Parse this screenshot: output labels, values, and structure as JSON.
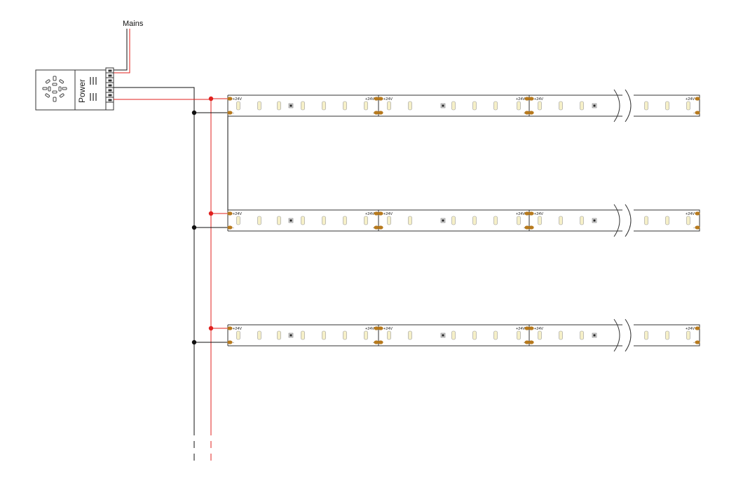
{
  "mains_label": "Mains",
  "power_label": "Power",
  "strip_voltage_label": "+24V",
  "strip_minus_label": "-",
  "colors": {
    "positive_wire": "#e0201e",
    "negative_wire": "#111111",
    "pad": "#b77a1e",
    "led": "#f6f0c8",
    "led_outline": "#999999",
    "strip_outline": "#333333",
    "junction_red": "#e0201e",
    "junction_black": "#111111"
  },
  "strips": [
    {
      "name": "strip-1"
    },
    {
      "name": "strip-2"
    },
    {
      "name": "strip-3"
    }
  ]
}
